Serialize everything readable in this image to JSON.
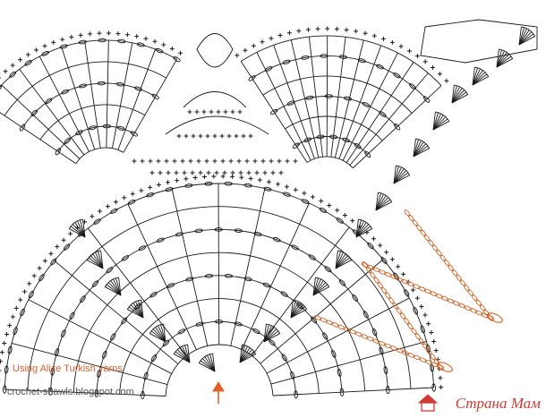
{
  "captions": {
    "yarn_note": "Using Alize Turkish yarns",
    "site_note": "crochet-shawls.blogspot.com"
  },
  "watermark": {
    "text": "Страна Мам"
  },
  "colors": {
    "stitch": "#1a1a1a",
    "chain_accent": "#d2682e",
    "start_arrow": "#e0602a",
    "watermark": "#d23a35"
  },
  "icons": {
    "start_marker": "arrow-up-icon",
    "logo": "house-logo-icon"
  }
}
